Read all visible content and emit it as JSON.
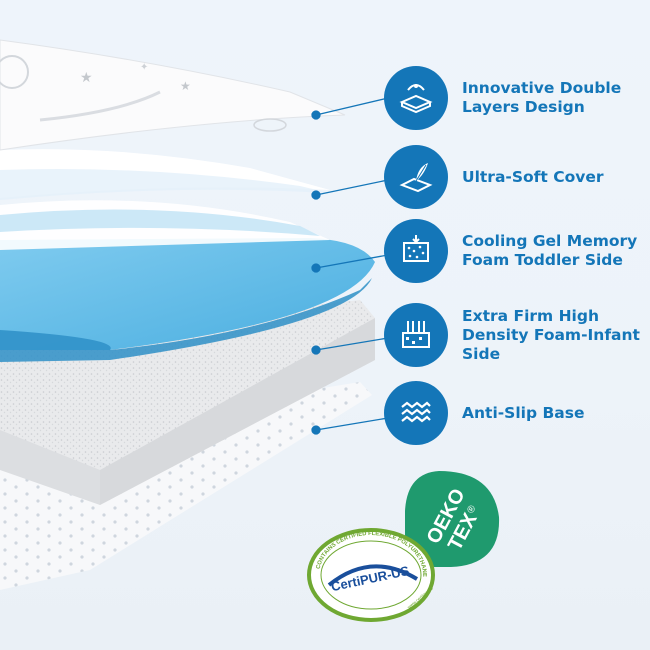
{
  "features": [
    {
      "label_line1": "Innovative Double",
      "label_line2": "Layers Design",
      "label_line3": "",
      "icon": "mattress-layers-icon"
    },
    {
      "label_line1": "Ultra-Soft Cover",
      "label_line2": "",
      "label_line3": "",
      "icon": "feather-cover-icon"
    },
    {
      "label_line1": "Cooling Gel Memory",
      "label_line2": "Foam Toddler Side",
      "label_line3": "",
      "icon": "gel-foam-icon"
    },
    {
      "label_line1": "Extra Firm High",
      "label_line2": "Density Foam-Infant",
      "label_line3": "Side",
      "icon": "firm-foam-icon"
    },
    {
      "label_line1": "Anti-Slip Base",
      "label_line2": "",
      "label_line3": "",
      "icon": "waves-icon"
    }
  ],
  "badges": {
    "oeko_line1": "OEKO",
    "oeko_line2": "TEX",
    "oeko_mark": "®",
    "certipur_name": "CertiPUR-US",
    "certipur_ring": "CONTAINS CERTIFIED FLEXIBLE POLYURETHANE FOAM",
    "certipur_site": "www.certipur.us"
  },
  "colors": {
    "accent": "#1476b8",
    "gel_foam": "#58b7e6",
    "oeko_green": "#1f9a6e",
    "certi_green": "#6fa832"
  }
}
